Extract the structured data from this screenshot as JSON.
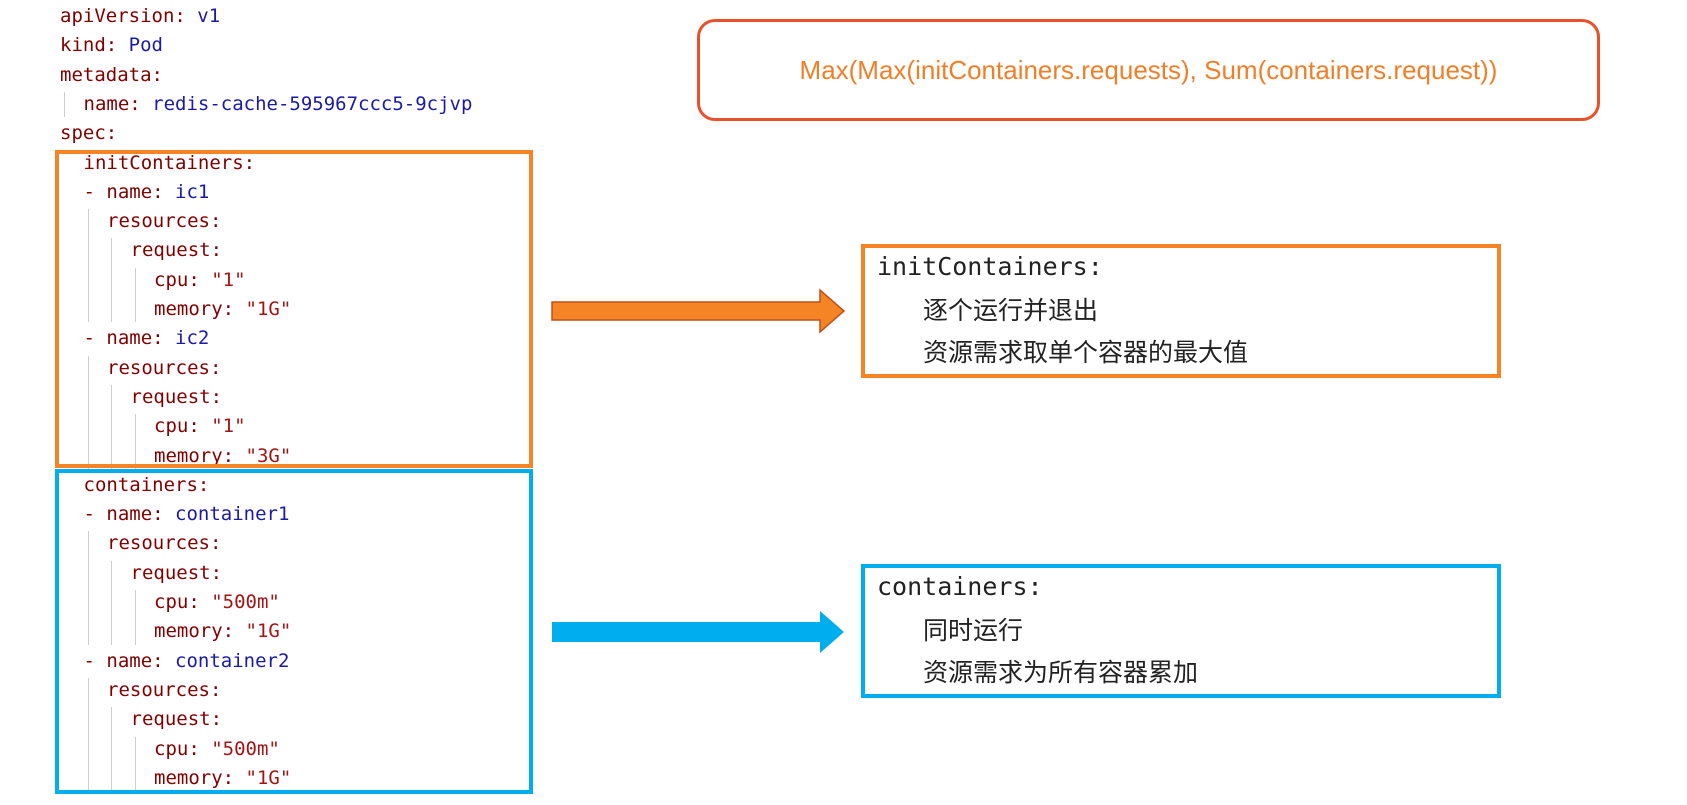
{
  "formula": "Max(Max(initContainers.requests), Sum(containers.request))",
  "yaml": {
    "lines": [
      {
        "key": "apiVersion: ",
        "val": "v1"
      },
      {
        "key": "kind: ",
        "val": "Pod"
      },
      {
        "key": "metadata:"
      },
      {
        "key": "name: ",
        "val": "redis-cache-595967ccc5-9cjvp"
      },
      {
        "key": "spec:"
      },
      {
        "key": "initContainers:"
      },
      {
        "key": "- name: ",
        "val": "ic1"
      },
      {
        "key": "resources:"
      },
      {
        "key": "request:"
      },
      {
        "key": "cpu: ",
        "str": "\"1\""
      },
      {
        "key": "memory: ",
        "str": "\"1G\""
      },
      {
        "key": "- name: ",
        "val": "ic2"
      },
      {
        "key": "resources:"
      },
      {
        "key": "request:"
      },
      {
        "key": "cpu: ",
        "str": "\"1\""
      },
      {
        "key": "memory: ",
        "str": "\"3G\""
      },
      {
        "key": "containers:"
      },
      {
        "key": "- name: ",
        "val": "container1"
      },
      {
        "key": "resources:"
      },
      {
        "key": "request:"
      },
      {
        "key": "cpu: ",
        "str": "\"500m\""
      },
      {
        "key": "memory: ",
        "str": "\"1G\""
      },
      {
        "key": "- name: ",
        "val": "container2"
      },
      {
        "key": "resources:"
      },
      {
        "key": "request:"
      },
      {
        "key": "cpu: ",
        "str": "\"500m\""
      },
      {
        "key": "memory: ",
        "str": "\"1G\""
      }
    ]
  },
  "init_desc": {
    "title": "initContainers:",
    "line1": "逐个运行并退出",
    "line2": "资源需求取单个容器的最大值"
  },
  "containers_desc": {
    "title": "containers:",
    "line1": "同时运行",
    "line2": "资源需求为所有容器累加"
  },
  "colors": {
    "init": "#f58425",
    "containers": "#00adee",
    "formula_border": "#e8512b",
    "formula_text": "#f07f2a"
  }
}
